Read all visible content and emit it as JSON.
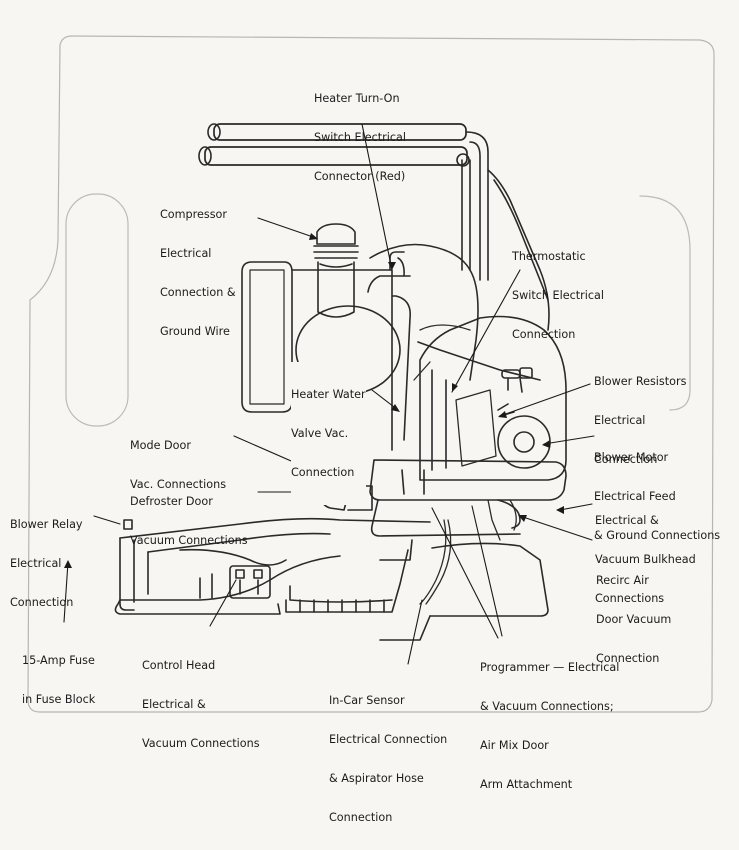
{
  "callouts": {
    "heater_switch": [
      "Heater Turn-On",
      "Switch Electrical",
      "Connector (Red)"
    ],
    "compressor": [
      "Compressor",
      "Electrical",
      "Connection &",
      "Ground Wire"
    ],
    "thermostatic": [
      "Thermostatic",
      "Switch Electrical",
      "Connection"
    ],
    "heater_valve": [
      "Heater Water",
      "Valve Vac.",
      "Connection"
    ],
    "blower_resistors": [
      "Blower Resistors",
      "Electrical",
      "Connection"
    ],
    "mode_door": [
      "Mode Door",
      "Vac. Connections"
    ],
    "blower_motor": [
      "Blower Motor",
      "Electrical Feed",
      "& Ground Connections"
    ],
    "defroster_door": [
      "Defroster Door",
      "Vacuum Connections"
    ],
    "bulkhead": [
      "Electrical &",
      "Vacuum Bulkhead",
      "Connections"
    ],
    "blower_relay": [
      "Blower Relay",
      "Electrical",
      "Connection"
    ],
    "recirc": [
      "Recirc Air",
      "Door Vacuum",
      "Connection"
    ],
    "fuse": [
      "15-Amp Fuse",
      "in Fuse Block"
    ],
    "control_head": [
      "Control Head",
      "Electrical &",
      "Vacuum Connections"
    ],
    "programmer": [
      "Programmer — Electrical",
      "& Vacuum Connections;",
      "Air Mix Door",
      "Arm Attachment"
    ],
    "incar_sensor": [
      "In-Car Sensor",
      "Electrical Connection",
      "& Aspirator Hose",
      "Connection"
    ]
  }
}
